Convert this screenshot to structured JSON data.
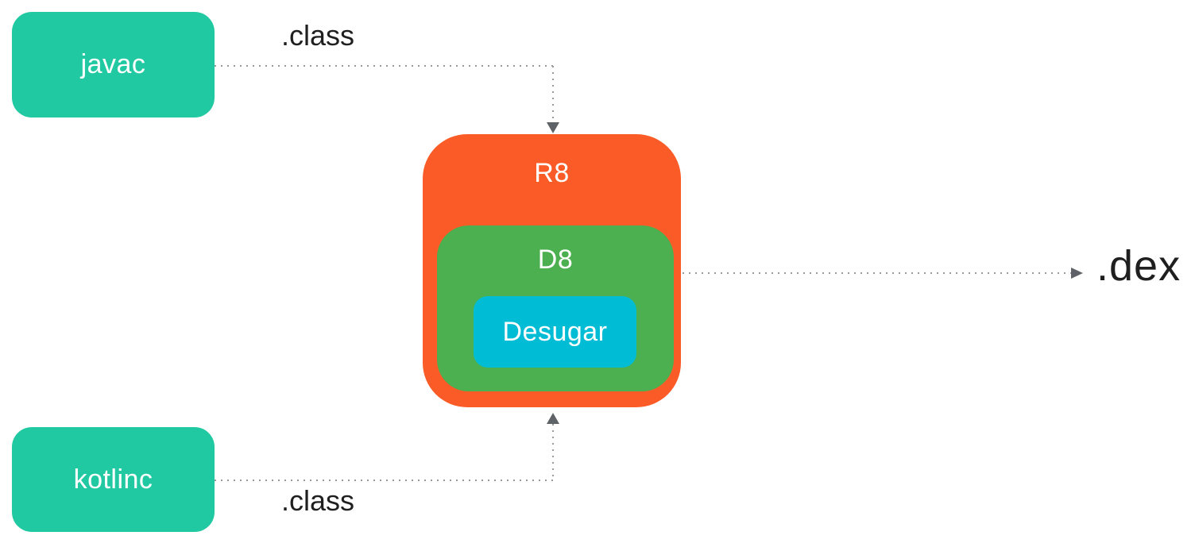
{
  "nodes": {
    "javac": {
      "label": "javac"
    },
    "kotlinc": {
      "label": "kotlinc"
    },
    "r8": {
      "label": "R8"
    },
    "d8": {
      "label": "D8"
    },
    "desugar": {
      "label": "Desugar"
    }
  },
  "edges": [
    {
      "from": "javac",
      "to": "R8",
      "label": ".class",
      "style": "dotted"
    },
    {
      "from": "kotlinc",
      "to": "R8",
      "label": ".class",
      "style": "dotted"
    },
    {
      "from": "R8",
      "to": ".dex",
      "label": ".dex",
      "style": "dotted"
    }
  ],
  "colors": {
    "node_teal": "#21C9A2",
    "node_orange": "#FB5B26",
    "node_green": "#4CAF50",
    "node_cyan": "#00BCD4",
    "edge_dot_gray": "#9B9B9B",
    "arrowhead_gray": "#5F6368",
    "label_dark": "#1F1F1F",
    "node_label_white": "#FFFFFF",
    "background": "#FFFFFF"
  }
}
